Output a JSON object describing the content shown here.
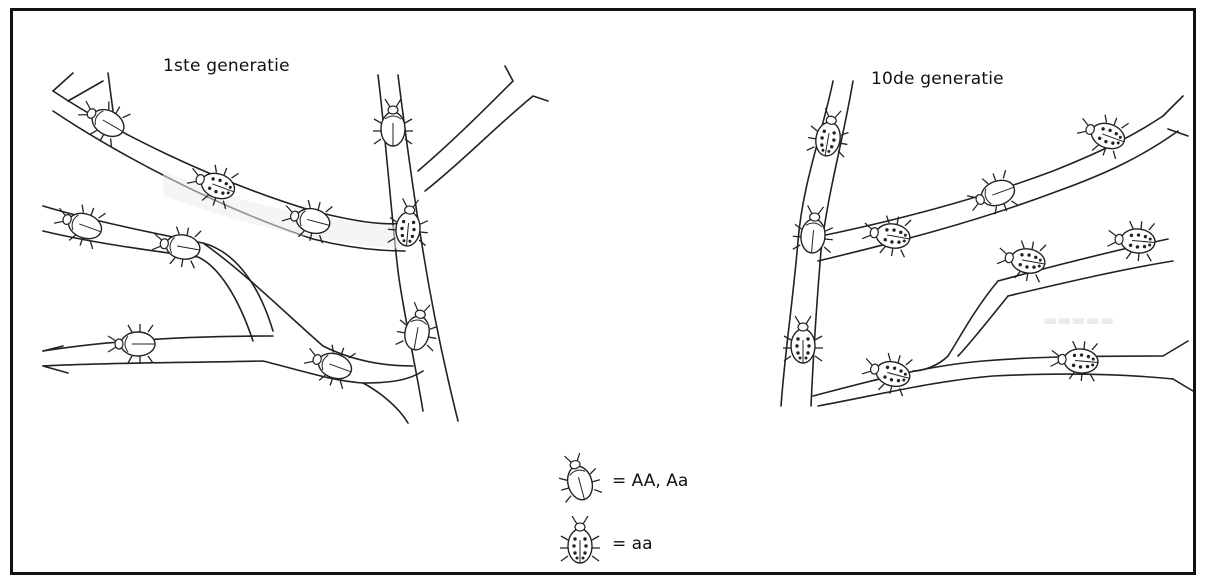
{
  "figure": {
    "left_label": "1ste generatie",
    "right_label": "10de generatie"
  },
  "legend": {
    "plain_beetle_label": "= AA, Aa",
    "spotted_beetle_label": "= aa"
  },
  "icons": {
    "plain": "beetle-plain-icon",
    "spotted": "beetle-spotted-icon"
  },
  "colors": {
    "ink": "#222222",
    "frame": "#111111",
    "background": "#ffffff"
  }
}
